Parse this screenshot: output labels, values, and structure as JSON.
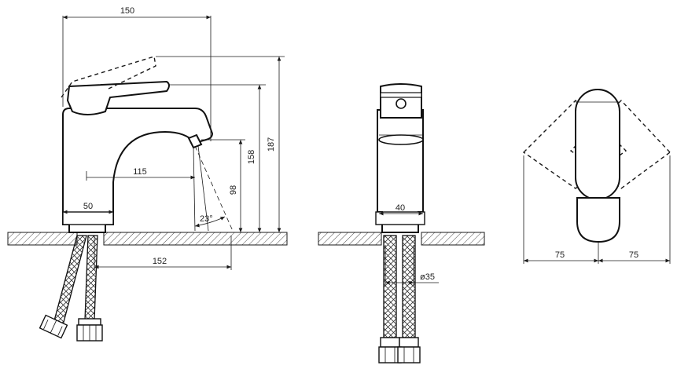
{
  "dimensions": {
    "side_width": "150",
    "total_height": "187",
    "spout_height": "158",
    "outlet_height": "98",
    "spout_reach": "115",
    "base_width": "50",
    "swing_angle": "23°",
    "hose_reach": "152",
    "front_width": "40",
    "hole_diameter": "ø35",
    "top_left": "75",
    "top_right": "75"
  },
  "colors": {
    "line": "#1a1a1a",
    "background": "#ffffff"
  }
}
